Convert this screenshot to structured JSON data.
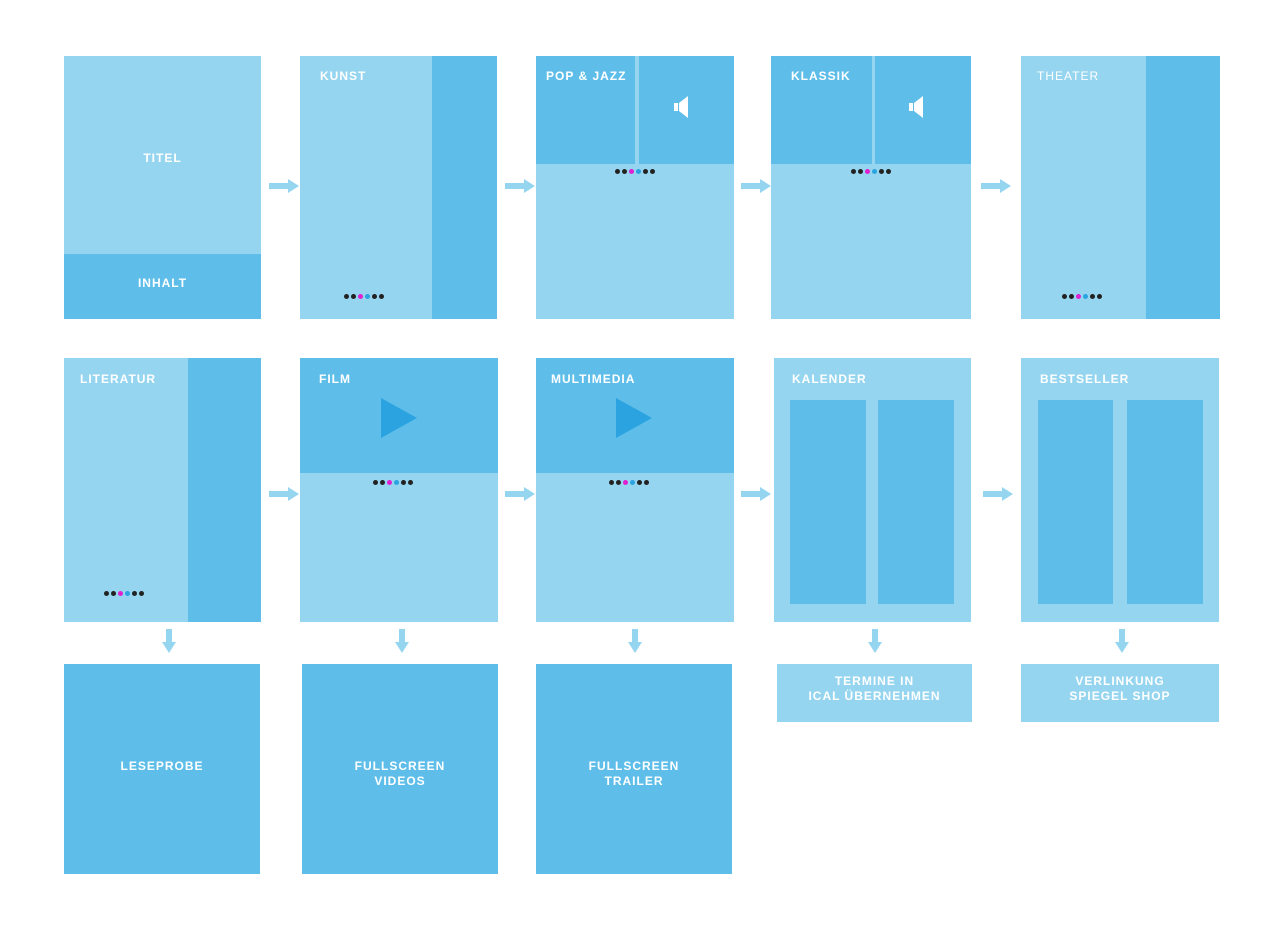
{
  "colors": {
    "light": "#96d5f0",
    "mid": "#5ebee9",
    "arrow": "#96d5f0",
    "play": "#2aa3e0",
    "dot_black": "#222222",
    "dot_magenta": "#e020d0",
    "dot_cyan": "#2aa3e0"
  },
  "pages": {
    "titel": "TITEL",
    "inhalt": "INHALT",
    "kunst": "KUNST",
    "popjazz": "POP & JAZZ",
    "klassik": "KLASSIK",
    "theater": "THEATER",
    "literatur": "LITERATUR",
    "film": "FILM",
    "multimedia": "MULTIMEDIA",
    "kalender": "KALENDER",
    "bestseller": "BESTSELLER"
  },
  "details": {
    "leseprobe": "LESEPROBE",
    "fullscreen_videos": "FULLSCREEN\nVIDEOS",
    "fullscreen_trailer": "FULLSCREEN\nTRAILER",
    "termine": "TERMINE IN\nICAL ÜBERNEHMEN",
    "verlinkung": "VERLINKUNG\nSPIEGEL SHOP"
  },
  "icons": {
    "speaker": "speaker-icon",
    "play": "play-icon",
    "arrow_right": "arrow-right-icon",
    "arrow_down": "arrow-down-icon"
  }
}
